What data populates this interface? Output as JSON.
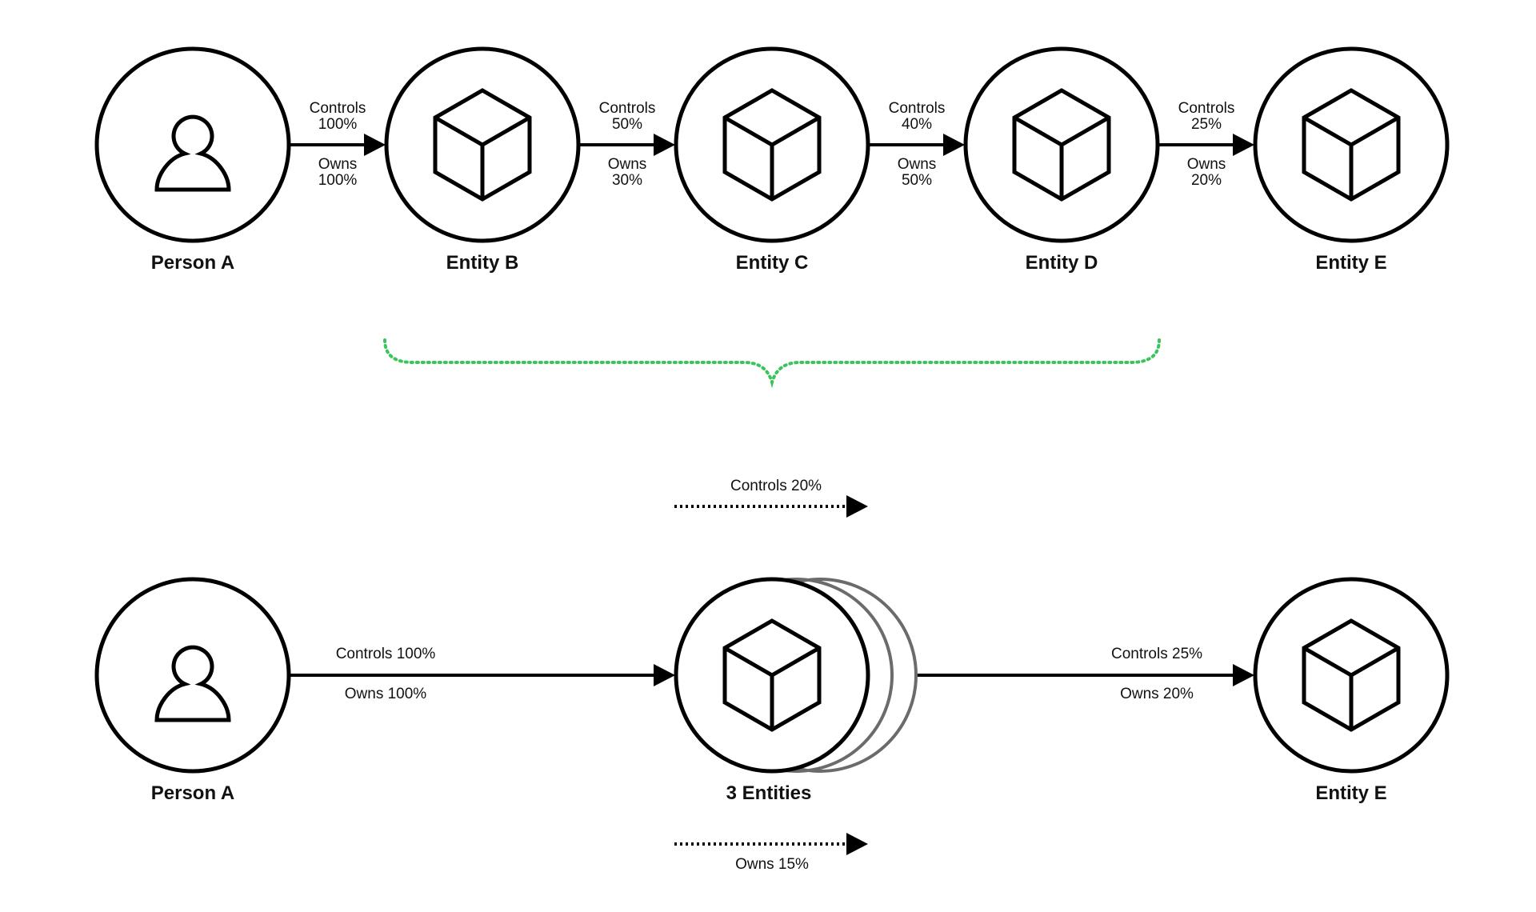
{
  "top_chain": {
    "nodes": [
      {
        "label": "Person A",
        "icon": "person-icon"
      },
      {
        "label": "Entity B",
        "icon": "cube-icon"
      },
      {
        "label": "Entity C",
        "icon": "cube-icon"
      },
      {
        "label": "Entity D",
        "icon": "cube-icon"
      },
      {
        "label": "Entity E",
        "icon": "cube-icon"
      }
    ],
    "edges": [
      {
        "controls_label": "Controls",
        "controls_value": "100%",
        "owns_label": "Owns",
        "owns_value": "100%"
      },
      {
        "controls_label": "Controls",
        "controls_value": "50%",
        "owns_label": "Owns",
        "owns_value": "30%"
      },
      {
        "controls_label": "Controls",
        "controls_value": "40%",
        "owns_label": "Owns",
        "owns_value": "50%"
      },
      {
        "controls_label": "Controls",
        "controls_value": "25%",
        "owns_label": "Owns",
        "owns_value": "20%"
      }
    ]
  },
  "grouping_brace": {
    "color": "#3cc45c"
  },
  "bottom_chain": {
    "nodes": [
      {
        "label": "Person A",
        "icon": "person-icon"
      },
      {
        "label": "3 Entities",
        "icon": "cube-icon"
      },
      {
        "label": "Entity E",
        "icon": "cube-icon"
      }
    ],
    "edges": [
      {
        "controls": "Controls 100%",
        "owns": "Owns 100%"
      },
      {
        "controls": "Controls 25%",
        "owns": "Owns 20%"
      }
    ],
    "effective_controls": "Controls 20%",
    "effective_owns": "Owns 15%"
  }
}
